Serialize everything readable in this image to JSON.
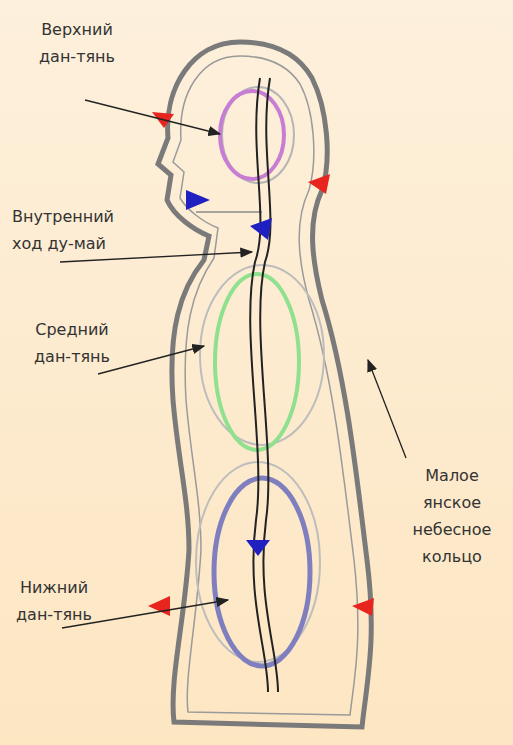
{
  "diagram": {
    "labels": [
      "Верхний дан-тянь",
      "Внутренний ход ду-май",
      "Средний дан-тянь",
      "Нижний дан-тянь",
      "Малое янское небесное кольцо"
    ]
  }
}
